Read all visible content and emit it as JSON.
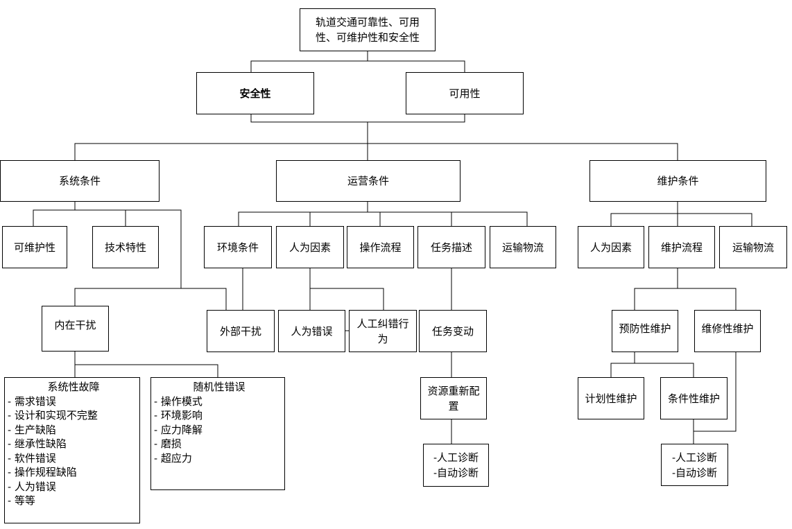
{
  "diagram": {
    "root": "轨道交通可靠性、可用性、可维护性和安全性",
    "safety": "安全性",
    "availability": "可用性",
    "system_conditions": {
      "label": "系统条件",
      "maintainability": "可维护性",
      "technical_features": "技术特性",
      "internal_interference": "内在干扰",
      "systematic_failure": {
        "title": "系统性故障",
        "items": [
          "- 需求错误",
          "- 设计和实现不完整",
          "- 生产缺陷",
          "- 继承性缺陷",
          "- 软件错误",
          "- 操作规程缺陷",
          "- 人为错误",
          "- 等等"
        ]
      },
      "random_error": {
        "title": "随机性错误",
        "items": [
          "- 操作模式",
          "- 环境影响",
          "- 应力降解",
          "- 磨损",
          "- 超应力"
        ]
      }
    },
    "operating_conditions": {
      "label": "运营条件",
      "environment": "环境条件",
      "human_factors": "人为因素",
      "operation_process": "操作流程",
      "task_description": "任务描述",
      "logistics": "运输物流",
      "external_interference": "外部干扰",
      "human_error": "人为错误",
      "human_correction": "人工纠错行为",
      "task_change": "任务变动",
      "resource_reconfig": "资源重新配置",
      "diagnosis": [
        "-人工诊断",
        "-自动诊断"
      ]
    },
    "maintenance_conditions": {
      "label": "维护条件",
      "human_factors": "人为因素",
      "maintenance_process": "维护流程",
      "logistics": "运输物流",
      "preventive": "预防性维护",
      "corrective": "维修性维护",
      "planned": "计划性维护",
      "conditional": "条件性维护",
      "diagnosis": [
        "-人工诊断",
        "-自动诊断"
      ]
    }
  }
}
